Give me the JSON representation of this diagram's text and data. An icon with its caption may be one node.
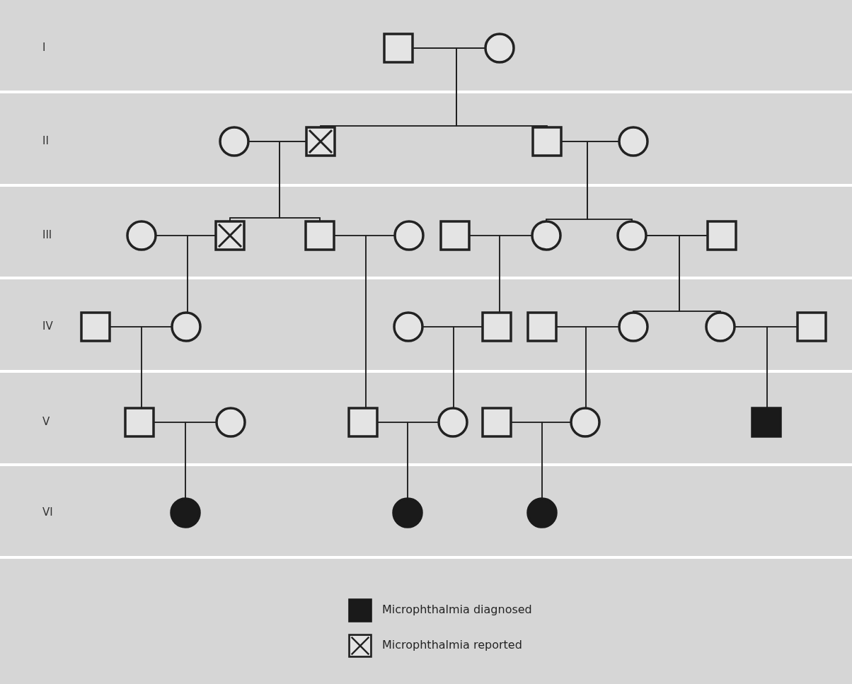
{
  "diagram": {
    "nodes": [
      {
        "text": [],
        "shape": "box"
      },
      {
        "text": [],
        "shape": "circle"
      },
      {
        "text": [],
        "shape": "circle"
      },
      {
        "text": [],
        "shape": "crossed-box"
      },
      {
        "text": [],
        "shape": "box"
      },
      {
        "text": [],
        "shape": "circle"
      },
      {
        "text": [],
        "shape": "circle"
      },
      {
        "text": [],
        "shape": "crossed-box"
      },
      {
        "text": [],
        "shape": "box"
      },
      {
        "text": [],
        "shape": "circle"
      },
      {
        "text": [],
        "shape": "box"
      },
      {
        "text": [],
        "shape": "circle"
      },
      {
        "text": [],
        "shape": "circle"
      },
      {
        "text": [],
        "shape": "box"
      },
      {
        "text": [],
        "shape": "box"
      },
      {
        "text": [],
        "shape": "circle"
      },
      {
        "text": [],
        "shape": "circle"
      },
      {
        "text": [],
        "shape": "box"
      },
      {
        "text": [],
        "shape": "box"
      },
      {
        "text": [],
        "shape": "circle"
      },
      {
        "text": [],
        "shape": "circle"
      },
      {
        "text": [],
        "shape": "box"
      },
      {
        "text": [],
        "shape": "box"
      },
      {
        "text": [],
        "shape": "circle"
      },
      {
        "text": [],
        "shape": "box"
      },
      {
        "text": [],
        "shape": "circle"
      },
      {
        "text": [],
        "shape": "box"
      },
      {
        "text": [],
        "shape": "circle"
      },
      {
        "text": [],
        "shape": "filled-box"
      },
      {
        "text": [],
        "shape": "filled-circle"
      },
      {
        "text": [],
        "shape": "filled-circle"
      },
      {
        "text": [],
        "shape": "filled-circle"
      }
    ],
    "edges": [
      {
        "from": 0,
        "to": 1,
        "arrow": "none"
      },
      {
        "from": 0,
        "to": 3,
        "arrow": "none"
      },
      {
        "from": 1,
        "to": 3,
        "arrow": "none"
      },
      {
        "from": 0,
        "to": 4,
        "arrow": "none"
      },
      {
        "from": 1,
        "to": 4,
        "arrow": "none"
      },
      {
        "from": 2,
        "to": 3,
        "arrow": "none"
      },
      {
        "from": 2,
        "to": 7,
        "arrow": "none"
      },
      {
        "from": 3,
        "to": 7,
        "arrow": "none"
      },
      {
        "from": 2,
        "to": 8,
        "arrow": "none"
      },
      {
        "from": 3,
        "to": 8,
        "arrow": "none"
      },
      {
        "from": 4,
        "to": 5,
        "arrow": "none"
      },
      {
        "from": 4,
        "to": 11,
        "arrow": "none"
      },
      {
        "from": 5,
        "to": 11,
        "arrow": "none"
      },
      {
        "from": 4,
        "to": 12,
        "arrow": "none"
      },
      {
        "from": 5,
        "to": 12,
        "arrow": "none"
      },
      {
        "from": 6,
        "to": 7,
        "arrow": "none"
      },
      {
        "from": 6,
        "to": 15,
        "arrow": "none"
      },
      {
        "from": 7,
        "to": 15,
        "arrow": "none"
      },
      {
        "from": 8,
        "to": 9,
        "arrow": "none"
      },
      {
        "from": 8,
        "to": 24,
        "arrow": "none"
      },
      {
        "from": 9,
        "to": 24,
        "arrow": "none"
      },
      {
        "from": 10,
        "to": 11,
        "arrow": "none"
      },
      {
        "from": 10,
        "to": 17,
        "arrow": "none"
      },
      {
        "from": 11,
        "to": 17,
        "arrow": "none"
      },
      {
        "from": 12,
        "to": 13,
        "arrow": "none"
      },
      {
        "from": 12,
        "to": 19,
        "arrow": "none"
      },
      {
        "from": 13,
        "to": 19,
        "arrow": "none"
      },
      {
        "from": 12,
        "to": 20,
        "arrow": "none"
      },
      {
        "from": 13,
        "to": 20,
        "arrow": "none"
      },
      {
        "from": 14,
        "to": 15,
        "arrow": "none"
      },
      {
        "from": 14,
        "to": 22,
        "arrow": "none"
      },
      {
        "from": 15,
        "to": 22,
        "arrow": "none"
      },
      {
        "from": 16,
        "to": 17,
        "arrow": "none"
      },
      {
        "from": 16,
        "to": 25,
        "arrow": "none"
      },
      {
        "from": 17,
        "to": 25,
        "arrow": "none"
      },
      {
        "from": 18,
        "to": 19,
        "arrow": "none"
      },
      {
        "from": 18,
        "to": 27,
        "arrow": "none"
      },
      {
        "from": 19,
        "to": 27,
        "arrow": "none"
      },
      {
        "from": 20,
        "to": 21,
        "arrow": "none"
      },
      {
        "from": 20,
        "to": 28,
        "arrow": "none"
      },
      {
        "from": 21,
        "to": 28,
        "arrow": "none"
      },
      {
        "from": 22,
        "to": 23,
        "arrow": "none"
      },
      {
        "from": 22,
        "to": 29,
        "arrow": "none"
      },
      {
        "from": 23,
        "to": 29,
        "arrow": "none"
      },
      {
        "from": 24,
        "to": 25,
        "arrow": "none"
      },
      {
        "from": 24,
        "to": 30,
        "arrow": "none"
      },
      {
        "from": 25,
        "to": 30,
        "arrow": "none"
      },
      {
        "from": 26,
        "to": 27,
        "arrow": "none"
      },
      {
        "from": 26,
        "to": 31,
        "arrow": "none"
      },
      {
        "from": 27,
        "to": 31,
        "arrow": "none"
      }
    ],
    "labels": [
      "I",
      "II",
      "III",
      "IV",
      "V",
      "VI"
    ],
    "legend": [
      {
        "text": "Microphthalmia diagnosed"
      },
      {
        "text": "Microphthalmia reported"
      }
    ]
  }
}
